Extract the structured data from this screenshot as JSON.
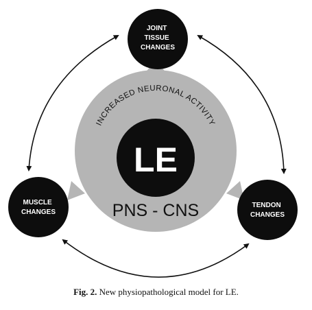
{
  "center": {
    "abbr": "LE",
    "arc_text": "INCREASED NEURONAL ACTIVITY",
    "bottom_text": "PNS - CNS"
  },
  "nodes": {
    "top": [
      "JOINT",
      "TISSUE",
      "CHANGES"
    ],
    "left": [
      "MUSCLE",
      "CHANGES"
    ],
    "right": [
      "TENDON",
      "CHANGES"
    ]
  },
  "caption": {
    "label": "Fig. 2.",
    "text": "New physiopathological model for LE."
  },
  "colors": {
    "node_fill": "#0d0d0d",
    "ring_fill": "#b5b5b5",
    "arrow": "#111111",
    "center_text": "#ffffff",
    "ring_text": "#111111"
  },
  "icons": [
    "double-arrow-icon",
    "outward-arrow-icon"
  ]
}
